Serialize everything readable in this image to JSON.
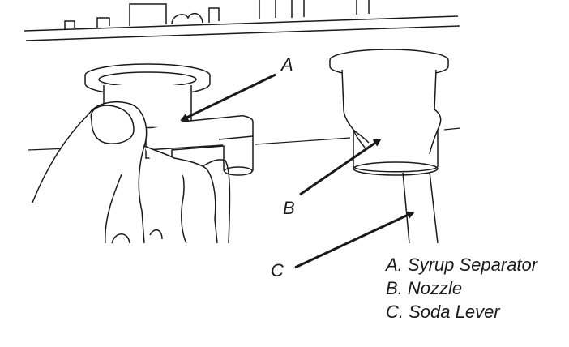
{
  "callouts": [
    {
      "letter": "A"
    },
    {
      "letter": "B"
    },
    {
      "letter": "C"
    }
  ],
  "legend": [
    {
      "text": "A. Syrup Separator"
    },
    {
      "text": "B. Nozzle"
    },
    {
      "text": "C. Soda Lever"
    }
  ],
  "colors": {
    "line": "#1a1a1a",
    "background": "#ffffff"
  }
}
